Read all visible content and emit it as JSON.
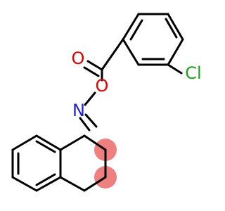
{
  "molecule": {
    "atoms": [
      {
        "id": "atom-o-carbonyl",
        "symbol": "O",
        "color": "#e00000"
      },
      {
        "id": "atom-o-ester",
        "symbol": "O",
        "color": "#e00000"
      },
      {
        "id": "atom-n",
        "symbol": "N",
        "color": "#1f1fd6"
      },
      {
        "id": "atom-cl",
        "symbol": "Cl",
        "color": "#1f9e1f"
      }
    ],
    "highlight": {
      "color": "#f08080",
      "atoms": [
        "ring-ch2-a",
        "ring-ch2-b"
      ]
    }
  }
}
